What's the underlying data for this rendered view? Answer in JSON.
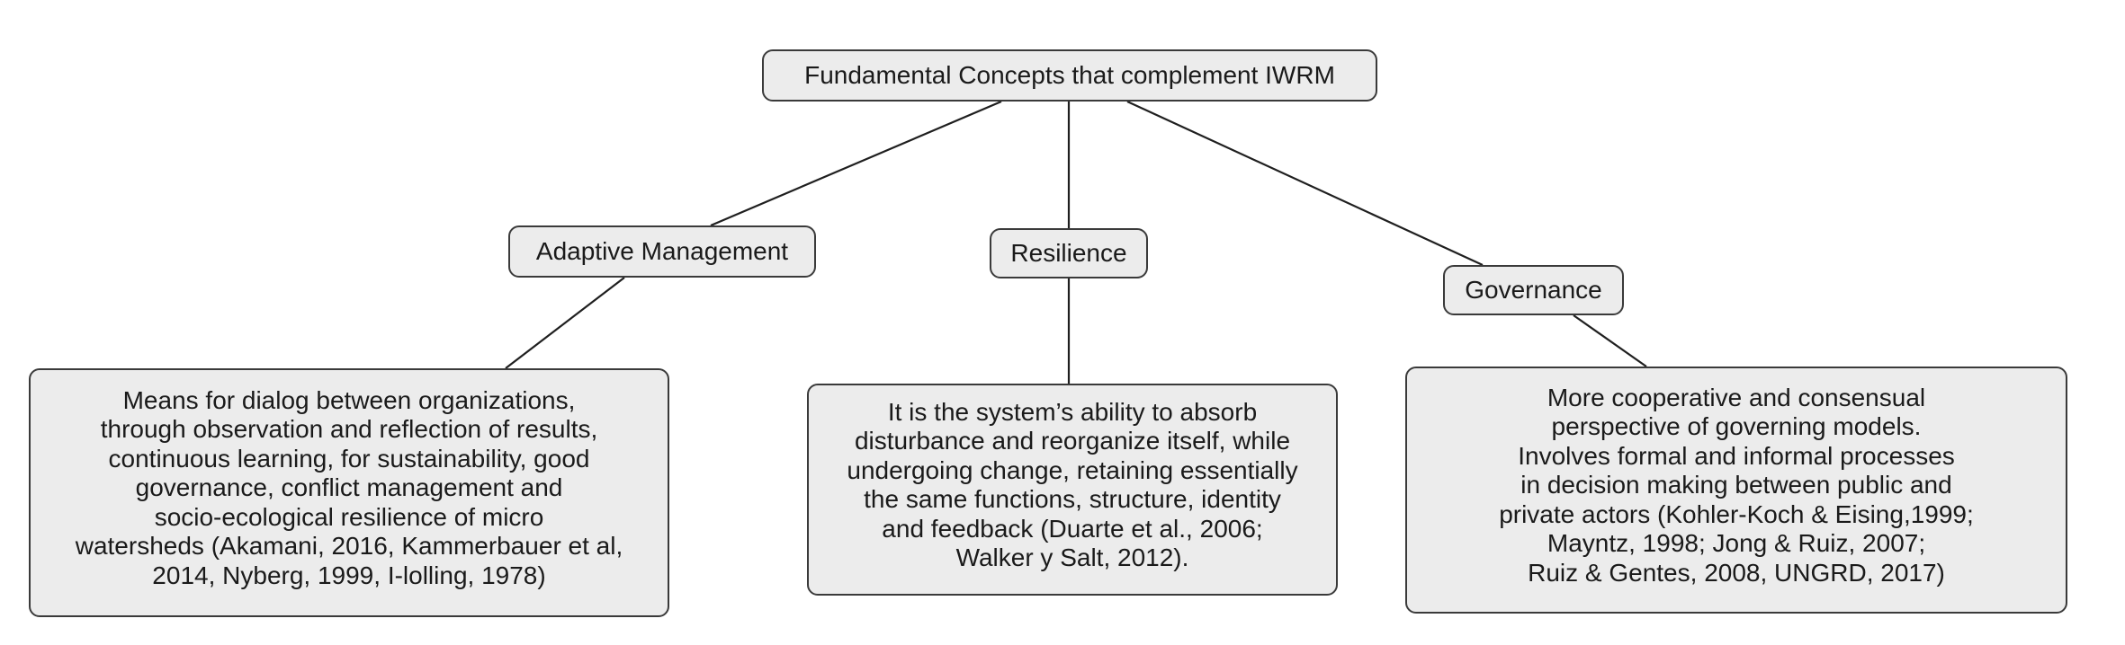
{
  "root": {
    "label": "Fundamental Concepts that complement IWRM"
  },
  "concepts": [
    {
      "label": "Adaptive Management",
      "description": [
        "Means for dialog between organizations,",
        "through observation and reflection of results,",
        "continuous learning, for sustainability, good",
        "governance, conflict management and",
        "socio-ecological resilience of micro",
        "watersheds (Akamani, 2016, Kammerbauer et al,",
        "2014, Nyberg, 1999, I-lolling, 1978)"
      ]
    },
    {
      "label": "Resilience",
      "description": [
        "It is the system’s ability to absorb",
        "disturbance and reorganize itself, while",
        "undergoing change, retaining essentially",
        "the same functions, structure, identity",
        "and feedback (Duarte et al., 2006;",
        "Walker y Salt, 2012)."
      ]
    },
    {
      "label": "Governance",
      "description": [
        "More cooperative and consensual",
        "perspective of governing models.",
        "Involves formal and informal processes",
        "in decision making between public and",
        "private actors (Kohler-Koch & Eising,1999;",
        "Mayntz, 1998; Jong & Ruiz, 2007;",
        "Ruiz & Gentes, 2008, UNGRD, 2017)"
      ]
    }
  ]
}
